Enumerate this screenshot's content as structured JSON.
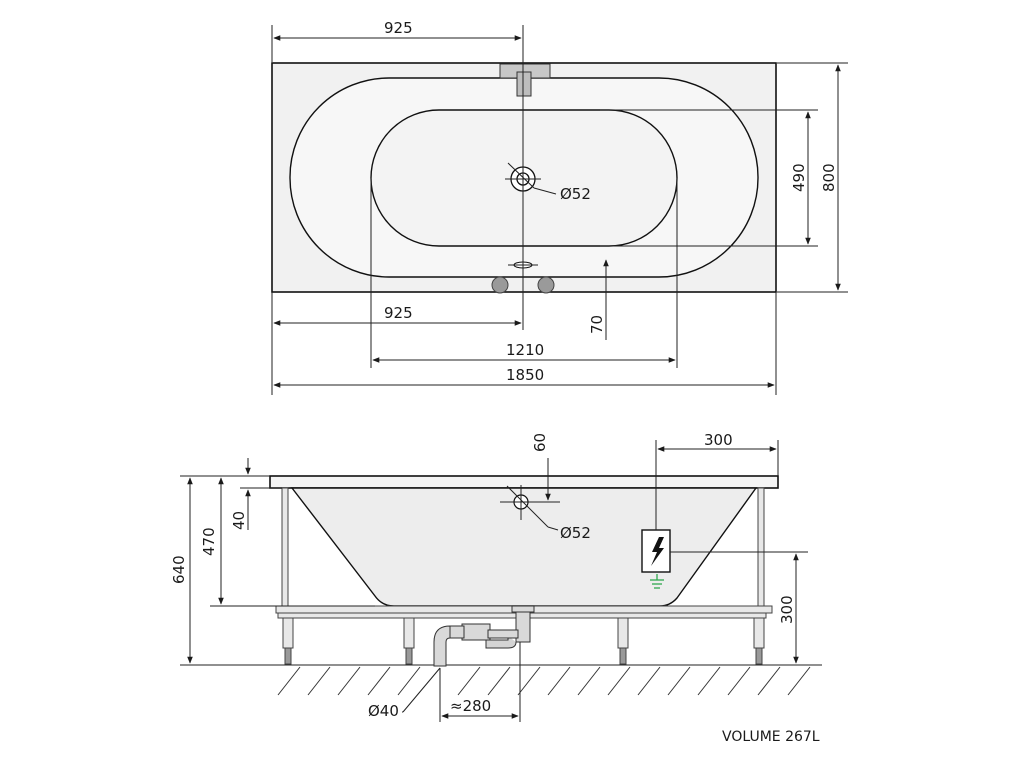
{
  "top_view": {
    "dims": {
      "left_half_top": "925",
      "left_half_bottom": "925",
      "inner_length": "1210",
      "total_length": "1850",
      "inner_width": "490",
      "total_width": "800",
      "overflow_offset": "70",
      "drain_diameter": "Ø52"
    }
  },
  "side_view": {
    "dims": {
      "total_height": "640",
      "tub_depth": "470",
      "rim_thickness": "40",
      "overflow_from_top": "60",
      "overflow_diameter": "Ø52",
      "cable_offset": "300",
      "cable_height": "300",
      "waste_diameter": "Ø40",
      "waste_offset": "≈280"
    }
  },
  "volume_note": "VOLUME 267L",
  "colors": {
    "line": "#1a1a1a",
    "tub_fill": "#f1f1f1",
    "ground_green": "#2fa84f"
  },
  "icons": [
    "lightning-icon",
    "ground-icon",
    "faucet-icon",
    "drain-icon"
  ]
}
